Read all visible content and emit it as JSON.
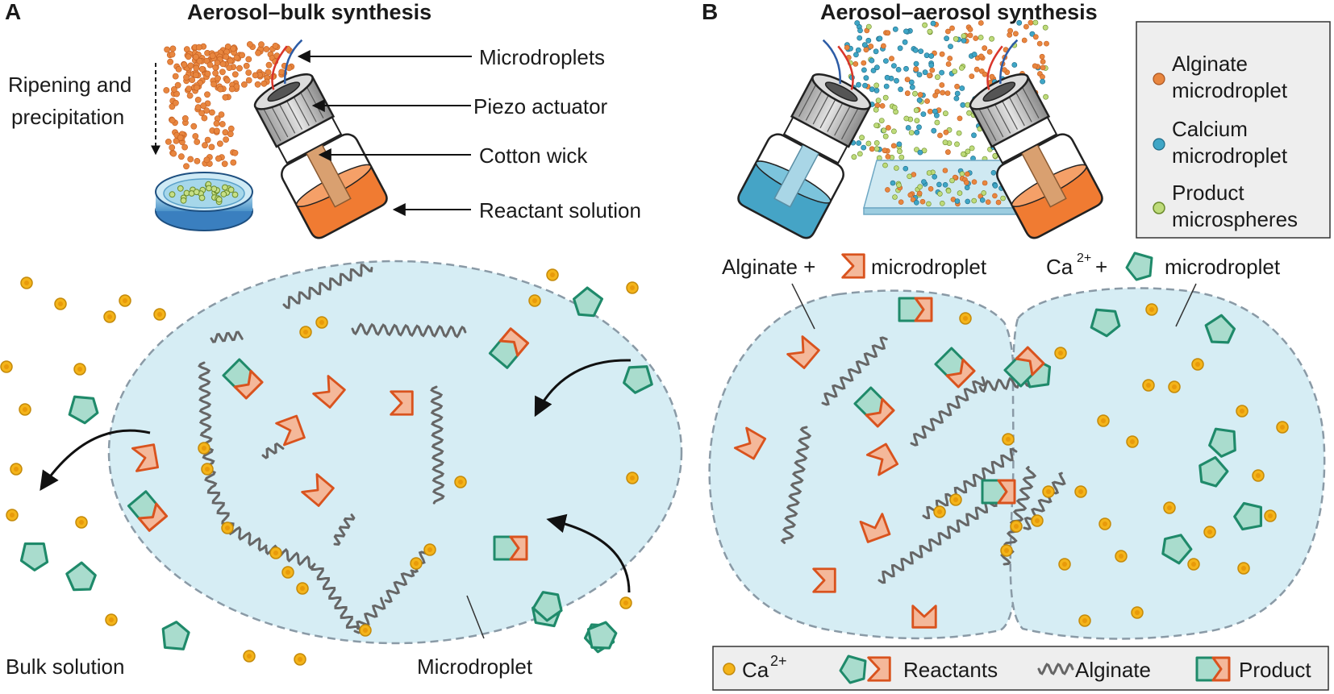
{
  "panel_a": {
    "letter": "A",
    "title": "Aerosol–bulk synthesis",
    "callouts": {
      "microdroplets": "Microdroplets",
      "piezo": "Piezo actuator",
      "wick": "Cotton wick",
      "reactant": "Reactant solution"
    },
    "ripening_line1": "Ripening and",
    "ripening_line2": "precipitation",
    "bulk_label": "Bulk solution",
    "microdroplet_label": "Microdroplet"
  },
  "panel_b": {
    "letter": "B",
    "title": "Aerosol–aerosol synthesis",
    "legend": {
      "alginate_l1": "Alginate",
      "alginate_l2": "microdroplet",
      "calcium_l1": "Calcium",
      "calcium_l2": "microdroplet",
      "product_l1": "Product",
      "product_l2": "microspheres"
    },
    "left_drop_pre": "Alginate +",
    "left_drop_post": "microdroplet",
    "right_drop_pre": "Ca",
    "right_drop_sup": "2+",
    "right_drop_mid": "+",
    "right_drop_post": "microdroplet"
  },
  "bottom_legend": {
    "ca": "Ca",
    "ca_sup": "2+",
    "reactants": "Reactants",
    "alginate": "Alginate",
    "product": "Product"
  },
  "colors": {
    "orange": "#e8863f",
    "orange_dark": "#d9531e",
    "orange_fill": "#f4b89a",
    "teal": "#1f8a6a",
    "teal_fill": "#a9dccd",
    "blue_drop": "#3fa6c6",
    "green_drop": "#8db040",
    "ca_yellow": "#f4b41a",
    "droplet_fill": "#d6edf4",
    "chain": "#666666"
  }
}
